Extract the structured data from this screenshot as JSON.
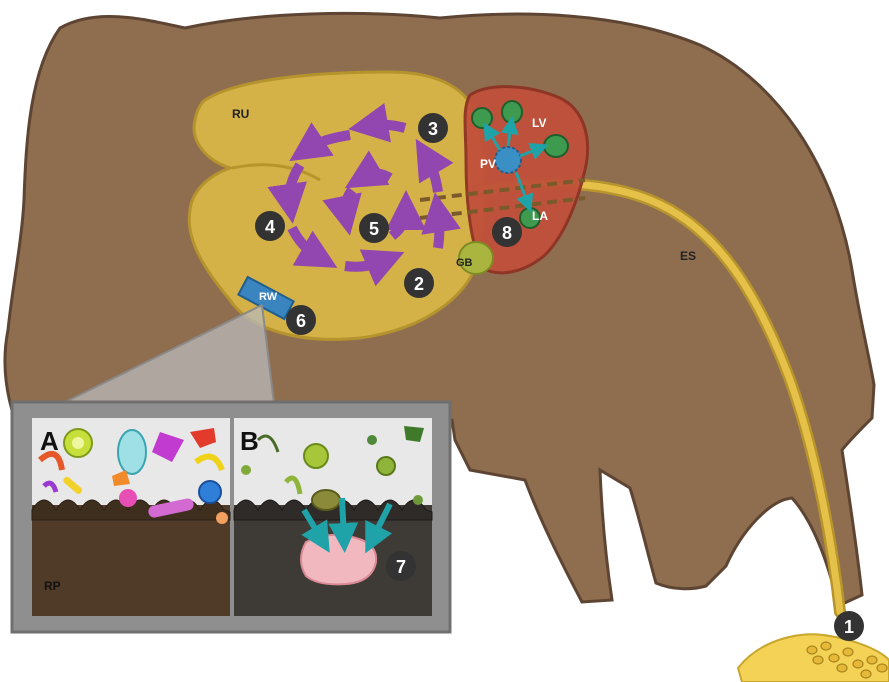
{
  "colors": {
    "body": "#8f6e4f",
    "body_outline": "#5e4533",
    "rumen": "#d8b648",
    "rumen_outline": "#b8952c",
    "liver": "#c0503a",
    "liver_outline": "#8e3324",
    "abscess": "#3e9a4f",
    "portal_vein": "#3a8fc4",
    "arrow_cyan": "#1fa3a8",
    "arrow_purple": "#9146b0",
    "esophagus": "#e5c14a",
    "rumen_wall": "#3a84c0",
    "gallbladder": "#a9b53f",
    "inset_frame": "#8a8a8a",
    "papillae": "#4f3b27",
    "badge": "#333333",
    "feed": "#f3d256"
  },
  "labels": {
    "rumen": "RU",
    "liver": "LV",
    "portal_vein": "PV",
    "liver_abscess": "LA",
    "gallbladder": "GB",
    "esophagus": "ES",
    "rumen_wall": "RW",
    "rumen_papillae": "RP"
  },
  "panels": {
    "a": "A",
    "b": "B"
  },
  "steps": [
    "1",
    "2",
    "3",
    "4",
    "5",
    "6",
    "7",
    "8"
  ],
  "icons": {
    "feed": "feed-pile-icon",
    "microbes": "bacteria-icon",
    "flow": "circular-arrow-icon"
  }
}
